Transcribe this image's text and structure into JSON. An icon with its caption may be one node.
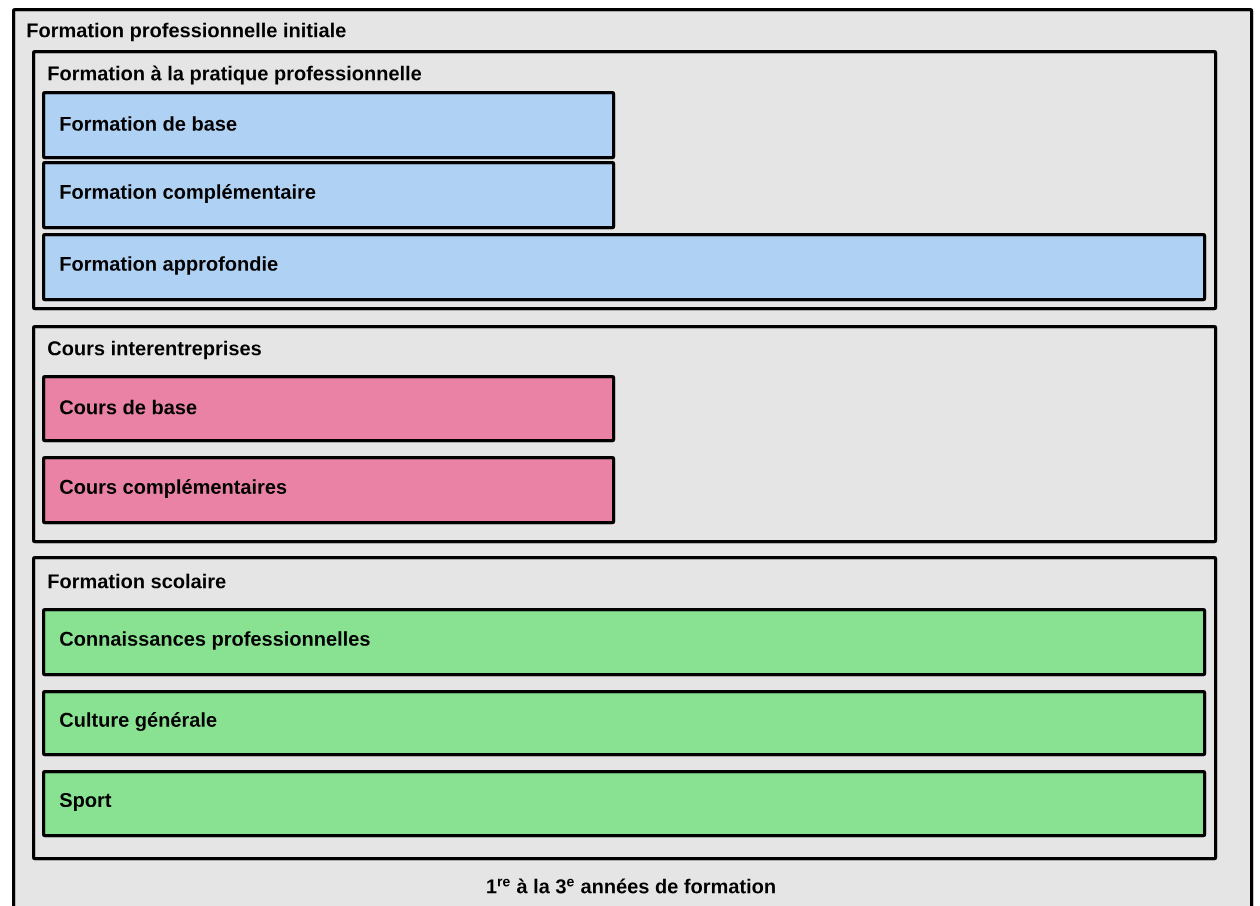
{
  "diagram": {
    "nodes": [
      {
        "text": [
          "Formation professionnelle initiale",
          "1$^{re}$ à la 3$^{e}$ années de formation"
        ]
      },
      {
        "text": [
          "Formation à la pratique professionnelle"
        ],
        "in": 0
      },
      {
        "text": [
          "Formation de base"
        ],
        "in": 1
      },
      {
        "text": [
          "Formation complémentaire"
        ],
        "in": 1
      },
      {
        "text": [
          "Formation approfondie"
        ],
        "in": 1
      },
      {
        "text": [
          "Cours interentreprises"
        ],
        "in": 0
      },
      {
        "text": [
          "Cours de base"
        ],
        "in": 5
      },
      {
        "text": [
          "Cours complémentaires"
        ],
        "in": 5
      },
      {
        "text": [
          "Formation scolaire"
        ],
        "in": 0
      },
      {
        "text": [
          "Connaissances professionnelles"
        ],
        "in": 8
      },
      {
        "text": [
          "Culture générale"
        ],
        "in": 8
      },
      {
        "text": [
          "Sport"
        ],
        "in": 8
      }
    ]
  }
}
